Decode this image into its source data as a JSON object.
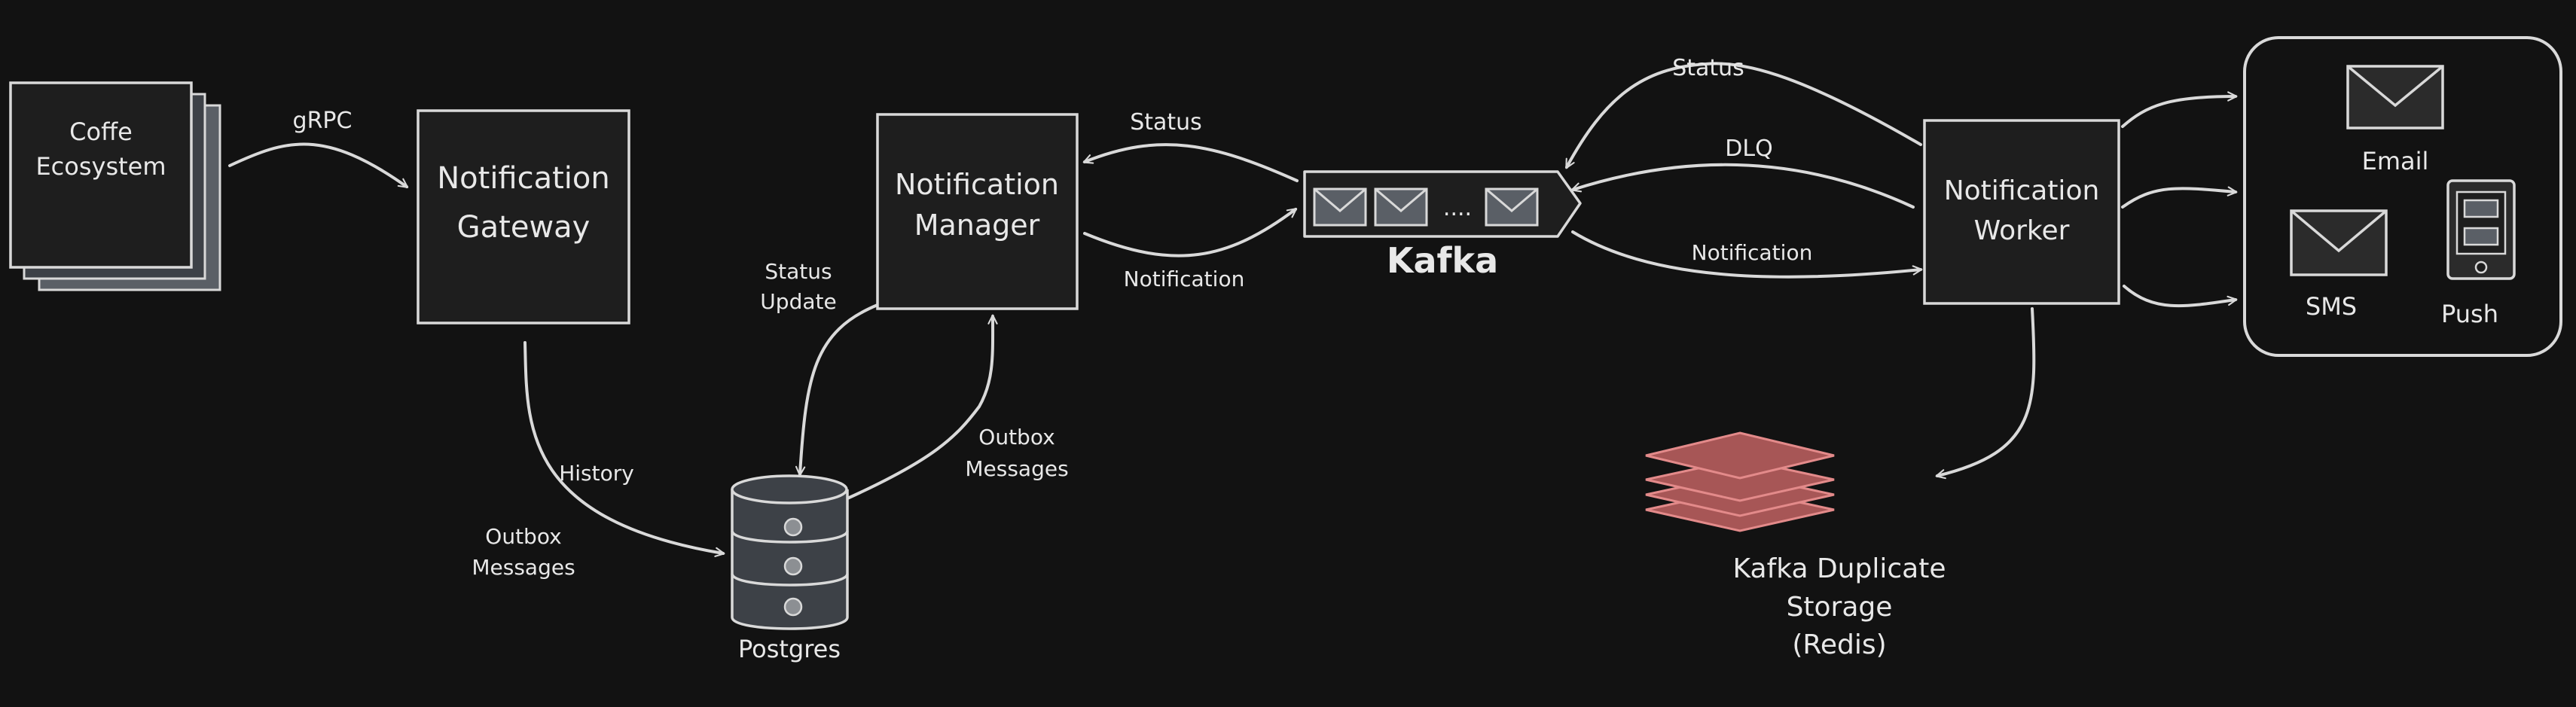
{
  "nodes": {
    "ecosystem": {
      "line1": "Coffe",
      "line2": "Ecosystem"
    },
    "gateway": {
      "line1": "Notification",
      "line2": "Gateway"
    },
    "manager": {
      "line1": "Notification",
      "line2": "Manager"
    },
    "kafka": {
      "label": "Kafka",
      "dots": "...."
    },
    "worker": {
      "line1": "Notification",
      "line2": "Worker"
    },
    "postgres": {
      "label": "Postgres"
    },
    "redis": {
      "line1": "Kafka Duplicate",
      "line2": "Storage",
      "line3": "(Redis)"
    },
    "channels": {
      "email": "Email",
      "sms": "SMS",
      "push": "Push"
    }
  },
  "edges": {
    "grpc": "gRPC",
    "status_manager": "Status",
    "notification_manager": "Notification",
    "status_update": {
      "line1": "Status",
      "line2": "Update"
    },
    "outbox_manager": {
      "line1": "Outbox",
      "line2": "Messages"
    },
    "history": "History",
    "outbox_gateway": {
      "line1": "Outbox",
      "line2": "Messages"
    },
    "status_worker": "Status",
    "dlq": "DLQ",
    "notification_worker": "Notification"
  },
  "colors": {
    "background": "#121212",
    "ink": "#d9d9d9",
    "box_fill": "#1e1e1e",
    "redis_fill": "#a75656",
    "redis_stroke": "#e38a8a"
  }
}
